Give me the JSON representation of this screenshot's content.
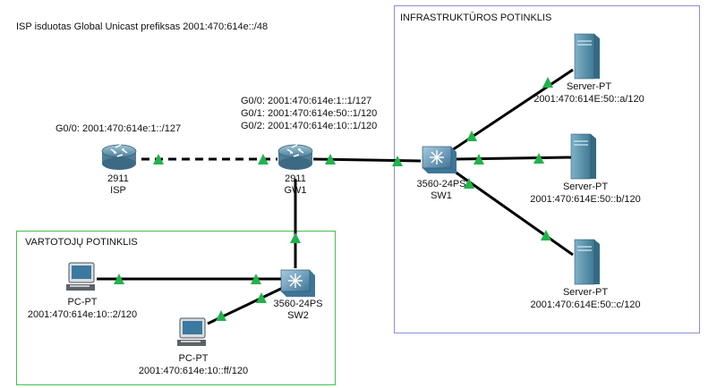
{
  "isp_prefix_text": "ISP isduotas Global Unicast prefiksas 2001:470:614e::/48",
  "colors": {
    "link": "#000000",
    "link_up": "#22b24c",
    "users_area_border": "#44c04a",
    "infra_area_border": "#8a8fd6"
  },
  "areas": {
    "users": {
      "title": "VARTOTOJŲ POTINKLIS"
    },
    "infra": {
      "title": "INFRASTRUKTŪROS POTINKLIS"
    }
  },
  "devices": {
    "isp": {
      "model": "2911",
      "name": "ISP",
      "interface": "G0/0: 2001:470:614e:1::/127",
      "icon": "router-icon"
    },
    "gw1": {
      "model": "2911",
      "name": "GW1",
      "icon": "router-icon",
      "interfaces": [
        "G0/0:  2001:470:614e:1::1/127",
        "G0/1:  2001:470:614e:50::1/120",
        "G0/2:  2001:470:614e:10::1/120"
      ]
    },
    "sw1": {
      "model": "3560-24PS",
      "name": "SW1",
      "icon": "switch-icon"
    },
    "sw2": {
      "model": "3560-24PS",
      "name": "SW2",
      "icon": "switch-icon"
    },
    "server_a": {
      "model": "Server-PT",
      "address": "2001:470:614E:50::a/120",
      "icon": "server-icon"
    },
    "server_b": {
      "model": "Server-PT",
      "address": "2001:470:614E:50::b/120",
      "icon": "server-icon"
    },
    "server_c": {
      "model": "Server-PT",
      "address": "2001:470:614E:50::c/120",
      "icon": "server-icon"
    },
    "pc1": {
      "model": "PC-PT",
      "address": "2001:470:614e:10::2/120",
      "icon": "pc-icon"
    },
    "pc2": {
      "model": "PC-PT",
      "address": "2001:470:614e:10::ff/120",
      "icon": "pc-icon"
    }
  }
}
